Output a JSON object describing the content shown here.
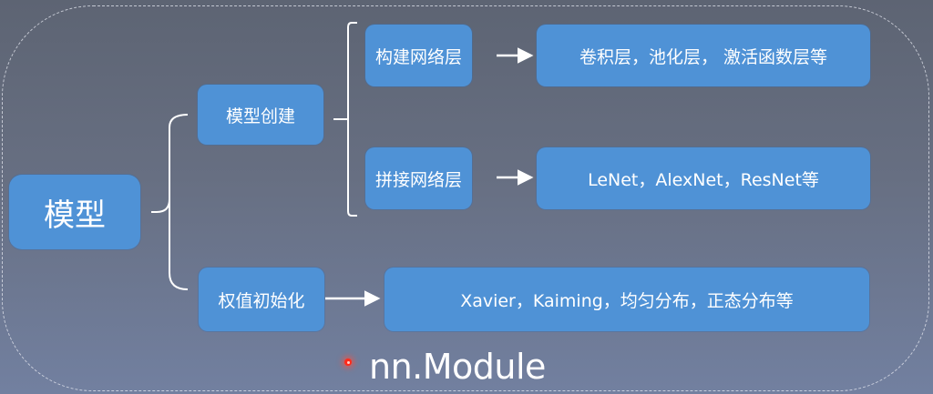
{
  "root": {
    "label": "模型"
  },
  "branches": [
    {
      "label": "模型创建",
      "children": [
        {
          "label": "构建网络层",
          "result": "卷积层，池化层， 激活函数层等"
        },
        {
          "label": "拼接网络层",
          "result": "LeNet，AlexNet，ResNet等"
        }
      ]
    },
    {
      "label": "权值初始化",
      "result": "Xavier，Kaiming，均匀分布，正态分布等"
    }
  ],
  "footer": {
    "label": "nn.Module"
  },
  "colors": {
    "node": "#4f92d6",
    "connector": "#ffffff",
    "pointer": "#ff2a1a"
  }
}
